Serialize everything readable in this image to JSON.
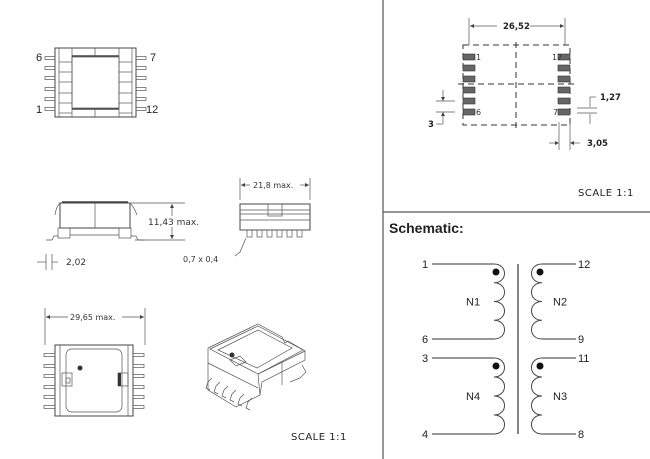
{
  "top_view": {
    "pin_labels": {
      "top_left": "6",
      "top_right": "7",
      "bottom_left": "1",
      "bottom_right": "12"
    }
  },
  "side_view": {
    "height_label": "11,43 max.",
    "pin_pitch_label": "2,02"
  },
  "end_view": {
    "width_label": "21,8 max.",
    "pin_size_label": "0,7 x 0,4"
  },
  "bottom_view": {
    "length_label": "29,65 max."
  },
  "left_scale": "SCALE 1:1",
  "footprint": {
    "span_label": "26,52",
    "pad_labels": {
      "p1": "1",
      "p12": "12",
      "p6": "6",
      "p7": "7"
    },
    "pitch_gap_label": "3",
    "pad_width_label": "1,27",
    "pad_length_label": "3,05",
    "scale": "SCALE 1:1"
  },
  "schematic": {
    "title": "Schematic:",
    "windings": [
      {
        "name": "N1",
        "start_pin": "1",
        "end_pin": "6"
      },
      {
        "name": "N2",
        "start_pin": "12",
        "end_pin": "9"
      },
      {
        "name": "N4",
        "start_pin": "3",
        "end_pin": "4"
      },
      {
        "name": "N3",
        "start_pin": "11",
        "end_pin": "8"
      }
    ]
  }
}
